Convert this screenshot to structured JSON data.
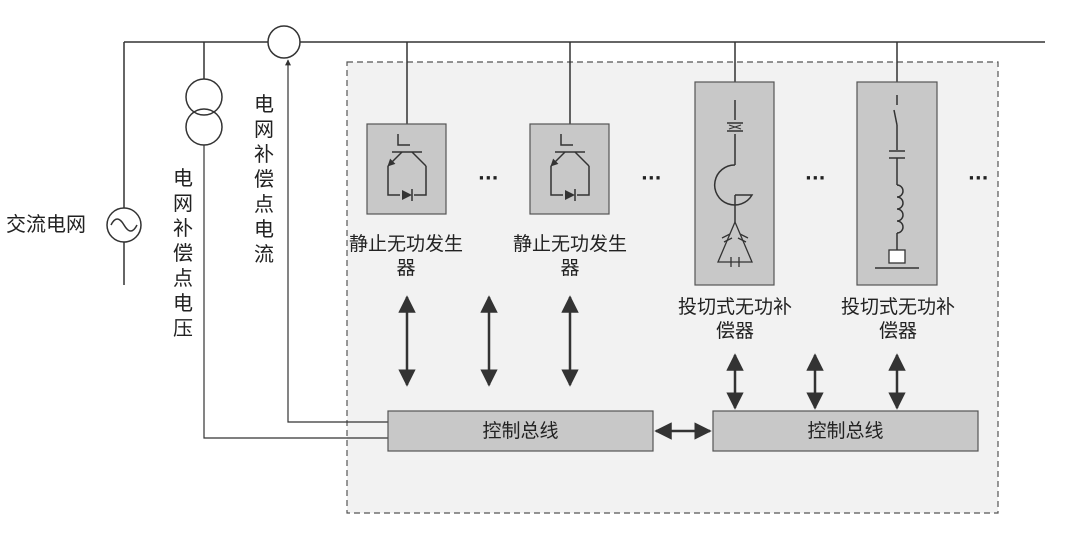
{
  "grid": {
    "label": "交流电网",
    "voltage_label": "电网补偿点电压",
    "current_label": "电网补偿点电流"
  },
  "devices": [
    {
      "id": "svg1",
      "label": "静止无功发生器"
    },
    {
      "id": "svg2",
      "label": "静止无功发生器"
    },
    {
      "id": "tsc1",
      "label": "投切式无功补偿器"
    },
    {
      "id": "tsc2",
      "label": "投切式无功补偿器"
    }
  ],
  "buses": [
    {
      "label": "控制总线"
    },
    {
      "label": "控制总线"
    }
  ],
  "ellipsis": "···",
  "colors": {
    "line": "#333333",
    "block_fill": "#c8c8c8",
    "container_fill": "#f2f2f2",
    "container_border": "#555555"
  }
}
